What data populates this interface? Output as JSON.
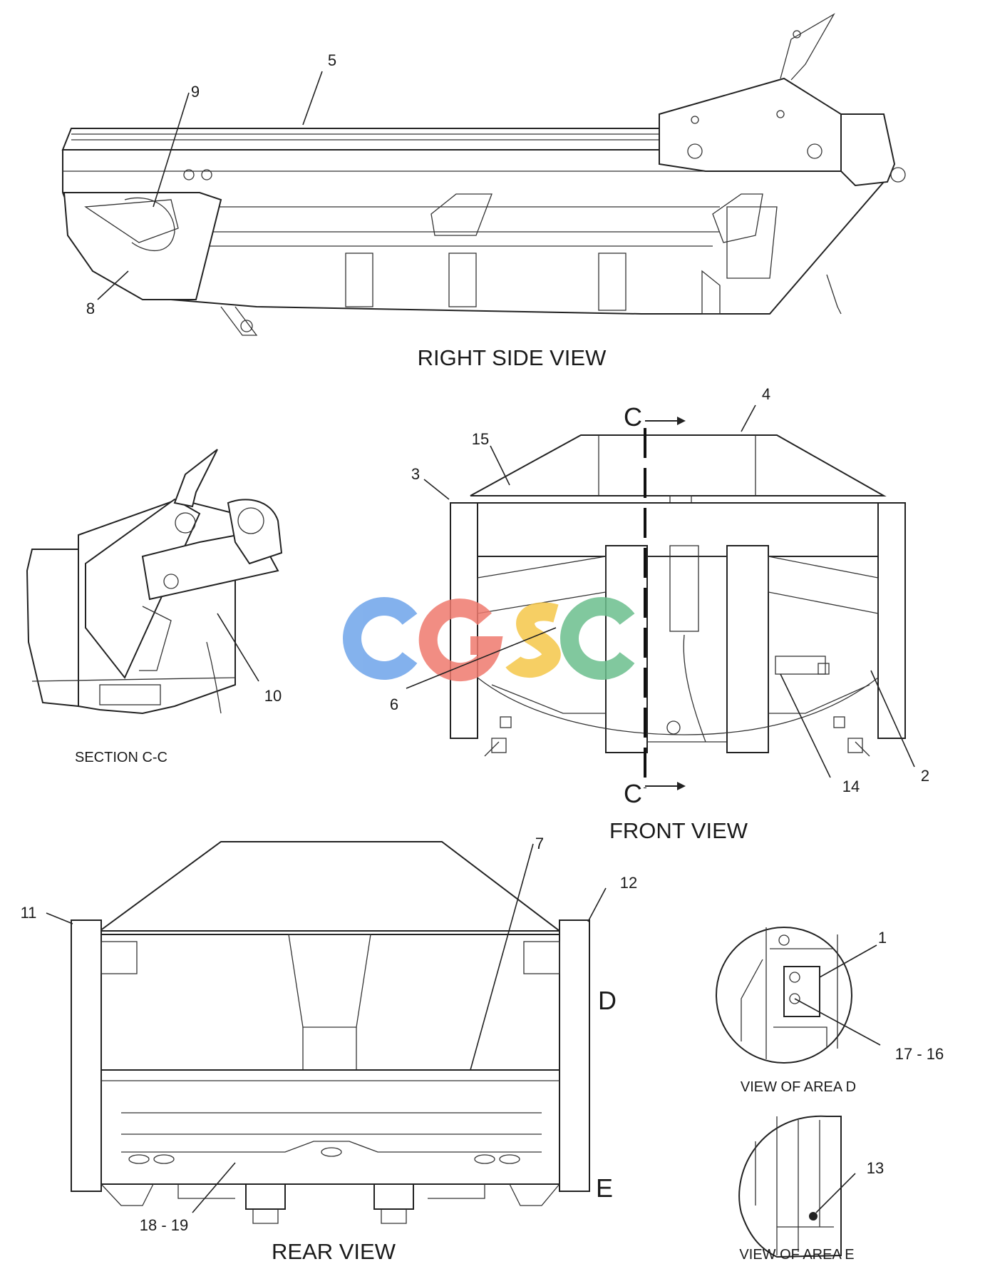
{
  "views": {
    "right_side": "RIGHT SIDE VIEW",
    "section_cc": "SECTION C-C",
    "front": "FRONT VIEW",
    "rear": "REAR VIEW",
    "area_d": "VIEW OF AREA D",
    "area_e": "VIEW OF AREA E"
  },
  "section_marks": {
    "c_top": "C",
    "c_bottom": "C"
  },
  "area_letters": {
    "d": "D",
    "e": "E"
  },
  "callouts": {
    "c1": "1",
    "c2": "2",
    "c3": "3",
    "c4": "4",
    "c5": "5",
    "c6": "6",
    "c7": "7",
    "c8": "8",
    "c9": "9",
    "c10": "10",
    "c11": "11",
    "c12": "12",
    "c13": "13",
    "c14": "14",
    "c15": "15",
    "c17_16": "17 - 16",
    "c18_19": "18 - 19"
  },
  "watermark": {
    "text": "CGSC",
    "colors": [
      "#6ea4ea",
      "#ef7a6e",
      "#f5c74a",
      "#6cbf8e"
    ]
  }
}
